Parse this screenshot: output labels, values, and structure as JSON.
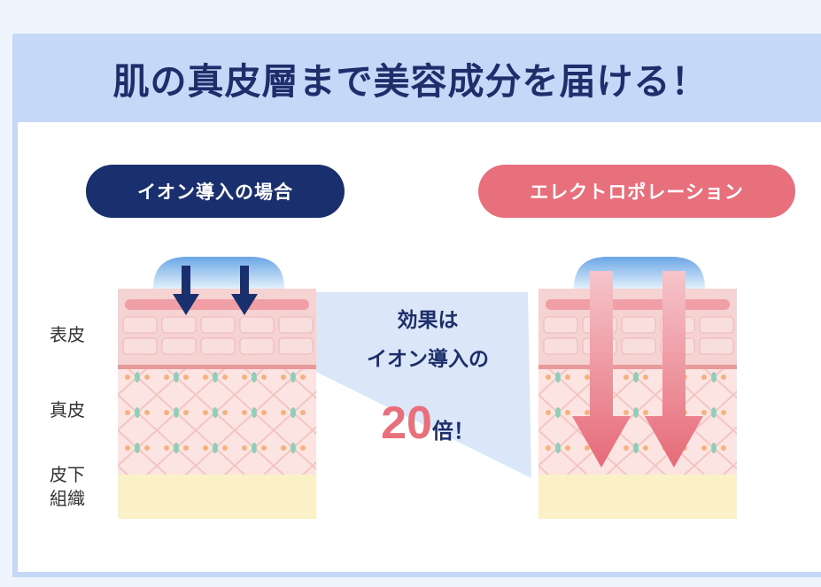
{
  "headline": "肌の真皮層まで美容成分を届ける！",
  "left_panel": {
    "label": "イオン導入の場合"
  },
  "right_panel": {
    "label": "エレクトロポレーション"
  },
  "layers": {
    "epidermis": "表皮",
    "dermis": "真皮",
    "subcutaneous_line1": "皮下",
    "subcutaneous_line2": "組織"
  },
  "callout": {
    "line1": "効果は",
    "line2": "イオン導入の",
    "number": "20",
    "unit": "倍",
    "exclaim": "！"
  },
  "colors": {
    "navy": "#1a2f6e",
    "pink": "#e8707c",
    "frame": "#c6d8f7",
    "skin_top": "#f6d3d3",
    "skin_dermis": "#fbe4e2",
    "fat": "#fbf1c8",
    "gel": "#7ab2e8"
  }
}
